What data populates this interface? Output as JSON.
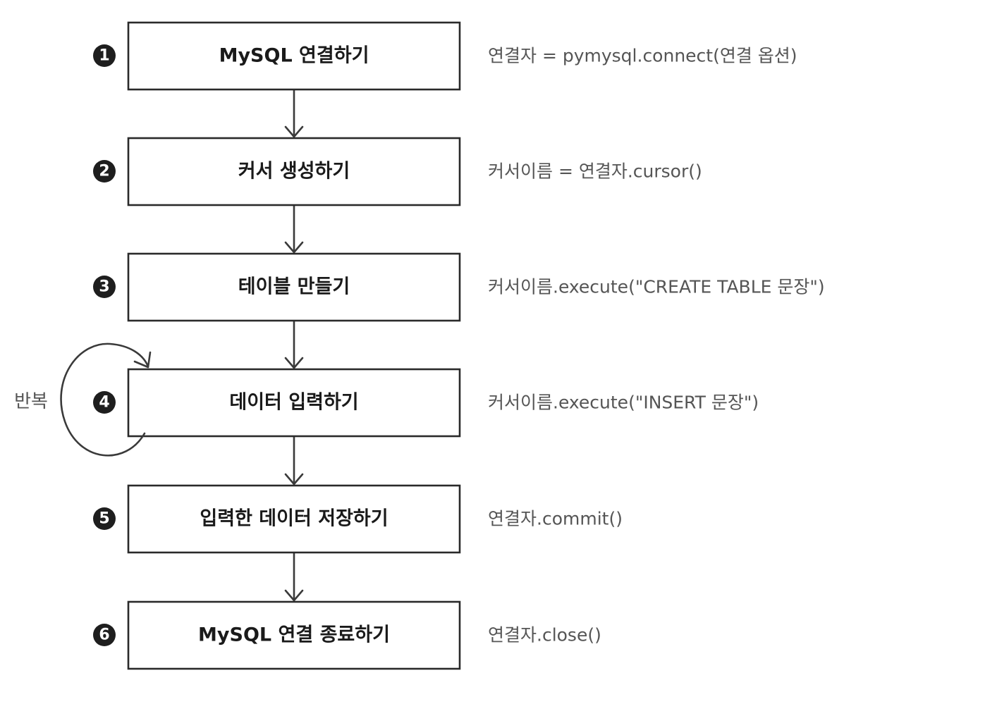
{
  "steps": [
    {
      "number": "1",
      "label": "MySQL 연결하기",
      "code": "연결자 = pymysql.connect(연결 옵션)"
    },
    {
      "number": "2",
      "label": "커서 생성하기",
      "code": "커서이름 = 연결자.cursor()"
    },
    {
      "number": "3",
      "label": "테이블 만들기",
      "code": "커서이름.execute(\"CREATE TABLE 문장\")"
    },
    {
      "number": "4",
      "label": "데이터 입력하기",
      "code": "커서이름.execute(\"INSERT 문장\")"
    },
    {
      "number": "5",
      "label": "입력한 데이터 저장하기",
      "code": "연결자.commit()"
    },
    {
      "number": "6",
      "label": "MySQL 연결 종료하기",
      "code": "연결자.close()"
    }
  ],
  "loop": {
    "label": "반복",
    "step_index": 3
  },
  "colors": {
    "box_stroke": "#2a2a2a",
    "text": "#1a1a1a",
    "code_text": "#555555",
    "number_fill": "#1e1e1e"
  }
}
